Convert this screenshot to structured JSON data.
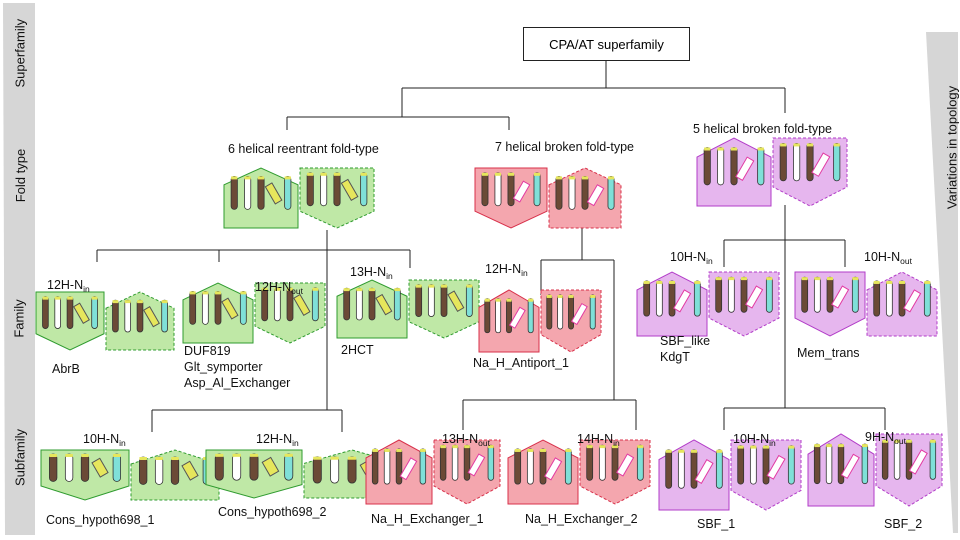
{
  "root": "CPA/AT superfamily",
  "levels": {
    "superfamily": "Superfamily",
    "fold_type": "Fold type",
    "family": "Family",
    "subfamily": "Subfamily"
  },
  "side_label": "Variations in topology",
  "colors": {
    "green_fill": "#bfe8a6",
    "green_stroke": "#2f9b2f",
    "red_fill": "#f4a6ae",
    "red_stroke": "#d8304a",
    "purple_fill": "#e6b6ee",
    "purple_stroke": "#b23cc8",
    "helix_brown": "#6b4a36",
    "helix_yellow": "#e6e65c",
    "helix_cyan": "#7fe0d8",
    "helix_pink": "#e23aa2"
  },
  "folds": {
    "reentrant": "6 helical reentrant fold-type",
    "broken7": "7 helical broken fold-type",
    "broken5": "5 helical broken fold-type"
  },
  "topology": {
    "abrb": {
      "base": "12H-N",
      "sub": "in"
    },
    "glt": {
      "base": "12H-N",
      "sub": "out"
    },
    "twohct": {
      "base": "13H-N",
      "sub": "in"
    },
    "nah_anti": {
      "base": "12H-N",
      "sub": "in"
    },
    "sbf_like": {
      "base": "10H-N",
      "sub": "in"
    },
    "mem_trans": {
      "base": "10H-N",
      "sub": "out"
    },
    "cons1": {
      "base": "10H-N",
      "sub": "in"
    },
    "cons2": {
      "base": "12H-N",
      "sub": "in"
    },
    "nahex1": {
      "base": "13H-N",
      "sub": "out"
    },
    "nahex2": {
      "base": "14H-N",
      "sub": "in"
    },
    "sbf1": {
      "base": "10H-N",
      "sub": "in"
    },
    "sbf2": {
      "base": "9H-N",
      "sub": "out"
    }
  },
  "families": {
    "abrb": "AbrB",
    "dup_lines": [
      "DUF819",
      "Glt_symporter",
      "Asp_Al_Exchanger"
    ],
    "twohct": "2HCT",
    "nah_anti": "Na_H_Antiport_1",
    "sbf_like_lines": [
      "SBF_like",
      "KdgT"
    ],
    "mem_trans": "Mem_trans"
  },
  "subfamilies": {
    "cons1": "Cons_hypoth698_1",
    "cons2": "Cons_hypoth698_2",
    "nahex1": "Na_H_Exchanger_1",
    "nahex2": "Na_H_Exchanger_2",
    "sbf1": "SBF_1",
    "sbf2": "SBF_2"
  }
}
